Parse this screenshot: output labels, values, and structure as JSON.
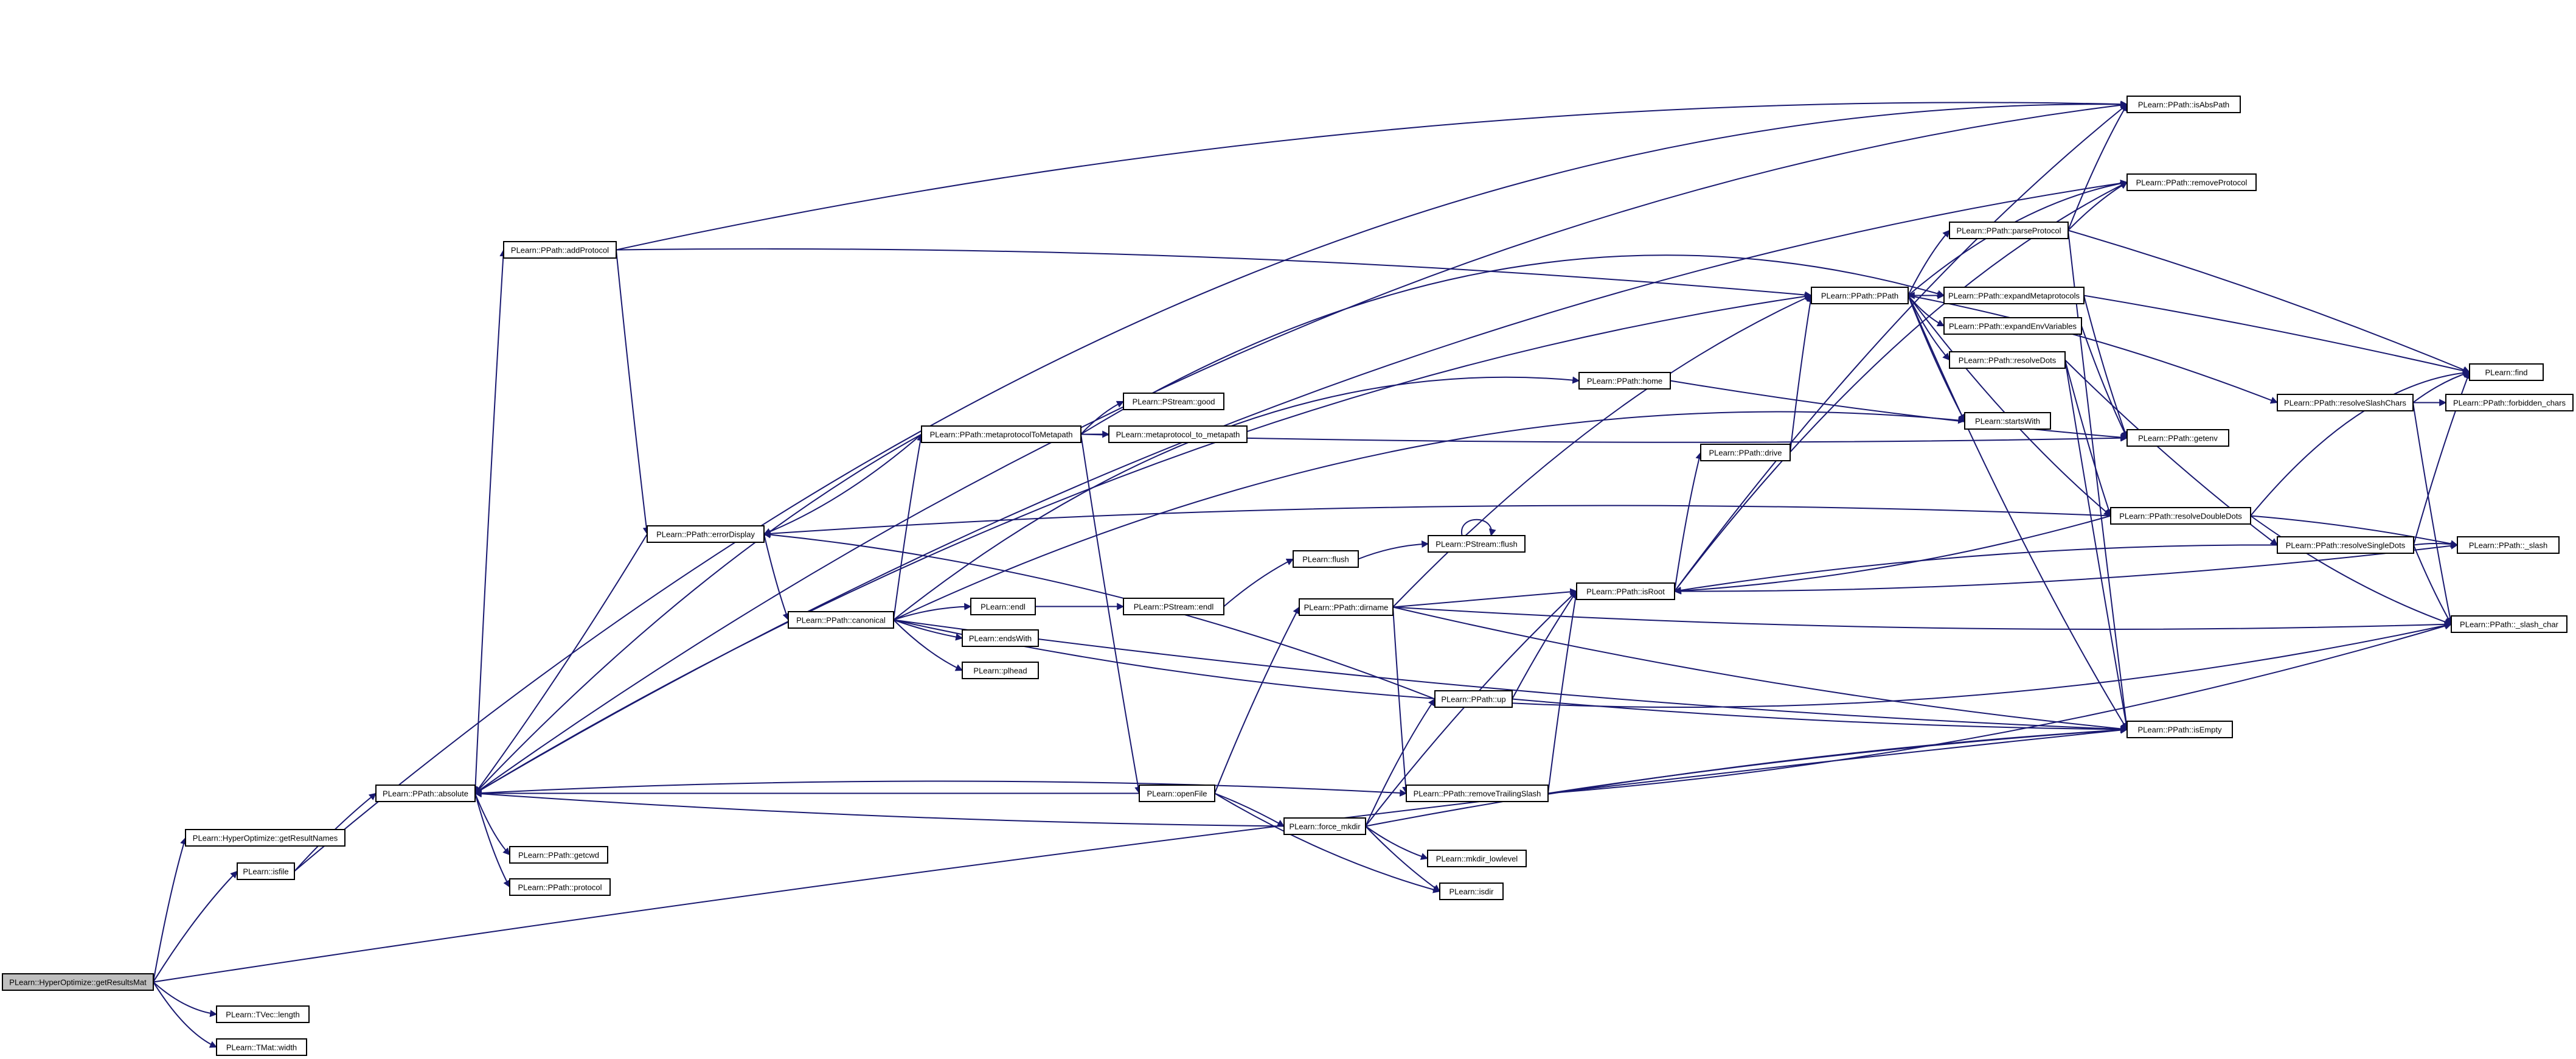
{
  "diagram": {
    "type": "call-graph",
    "colors": {
      "edge": "#191970",
      "node_border": "#000000",
      "root_fill": "#bfbfbf",
      "node_fill": "#ffffff"
    },
    "nodes": {
      "getResultsMat": "PLearn::HyperOptimize::getResultsMat",
      "getResultNames": "PLearn::HyperOptimize::getResultNames",
      "isfile": "PLearn::isfile",
      "tvecLength": "PLearn::TVec::length",
      "tmatWidth": "PLearn::TMat::width",
      "absolute": "PLearn::PPath::absolute",
      "getcwd": "PLearn::PPath::getcwd",
      "protocol": "PLearn::PPath::protocol",
      "addProtocol": "PLearn::PPath::addProtocol",
      "errorDisplay": "PLearn::PPath::errorDisplay",
      "canonical": "PLearn::PPath::canonical",
      "metaprotocolToMetapath": "PLearn::PPath::metaprotocolToMetapath",
      "endl": "PLearn::endl",
      "endsWith": "PLearn::endsWith",
      "plhead": "PLearn::plhead",
      "pstreamGood": "PLearn::PStream::good",
      "metaprotocolTo": "PLearn::metaprotocol_to_metapath",
      "pstreamEndl": "PLearn::PStream::endl",
      "flush": "PLearn::flush",
      "pstreamFlush": "PLearn::PStream::flush",
      "openFile": "PLearn::openFile",
      "forceMkdir": "PLearn::force_mkdir",
      "mkdirLowlevel": "PLearn::mkdir_lowlevel",
      "isdir": "PLearn::isdir",
      "dirname": "PLearn::PPath::dirname",
      "up": "PLearn::PPath::up",
      "removeTrailingSlash": "PLearn::PPath::removeTrailingSlash",
      "home": "PLearn::PPath::home",
      "drive": "PLearn::PPath::drive",
      "isRoot": "PLearn::PPath::isRoot",
      "pathCtor": "PLearn::PPath::PPath",
      "isAbsPath": "PLearn::PPath::isAbsPath",
      "removeProtocol": "PLearn::PPath::removeProtocol",
      "parseProtocol": "PLearn::PPath::parseProtocol",
      "expandMetaprotocols": "PLearn::PPath::expandMetaprotocols",
      "expandEnvVariables": "PLearn::PPath::expandEnvVariables",
      "resolveDots": "PLearn::PPath::resolveDots",
      "startsWith": "PLearn::startsWith",
      "getenv": "PLearn::PPath::getenv",
      "resolveDoubleDots": "PLearn::PPath::resolveDoubleDots",
      "resolveSingleDots": "PLearn::PPath::resolveSingleDots",
      "resolveSlashChars": "PLearn::PPath::resolveSlashChars",
      "forbiddenChars": "PLearn::PPath::forbidden_chars",
      "find": "PLearn::find",
      "slash": "PLearn::PPath::_slash",
      "slashChar": "PLearn::PPath::_slash_char",
      "isEmpty": "PLearn::PPath::isEmpty"
    }
  }
}
